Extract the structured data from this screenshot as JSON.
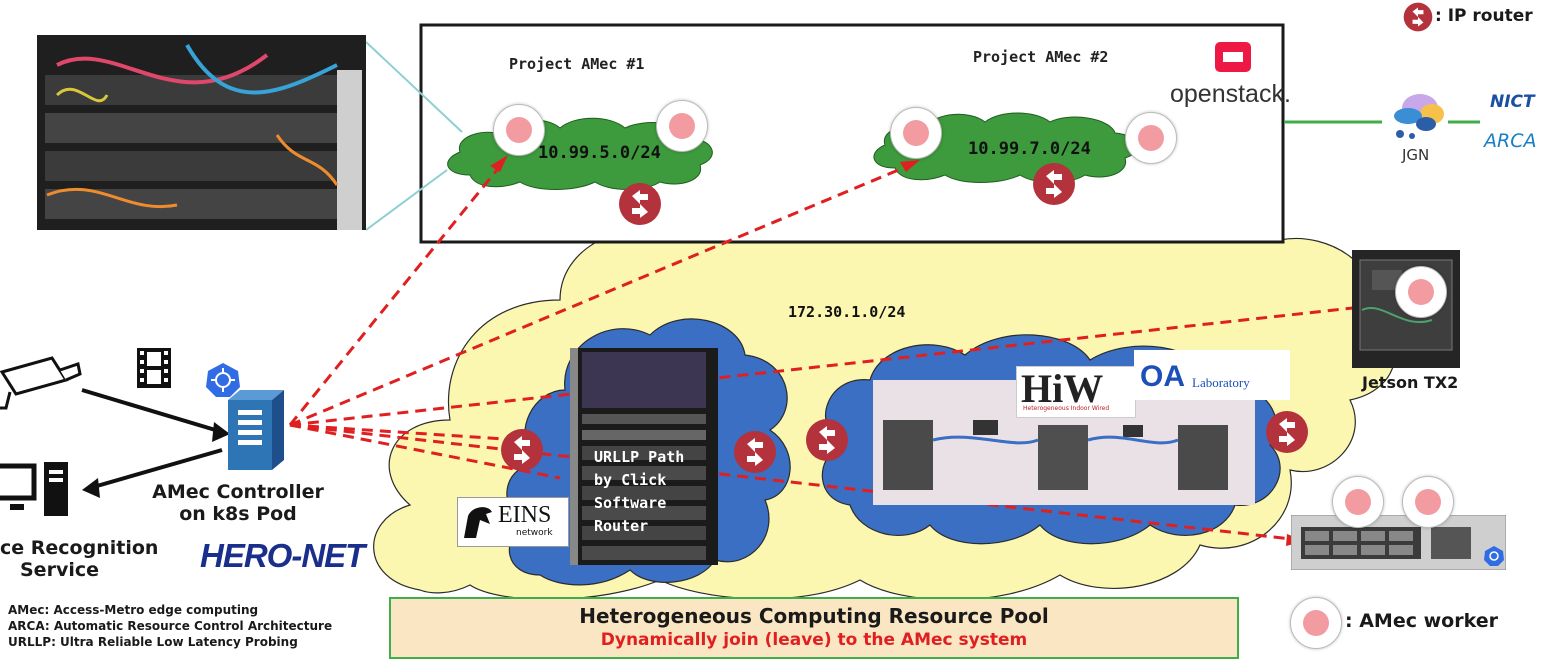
{
  "legend": {
    "ip_router": ": IP router",
    "amec_worker": ": AMec worker"
  },
  "projects": {
    "project1_title": "Project AMec #1",
    "project2_title": "Project AMec #2",
    "subnet1": "10.99.5.0/24",
    "subnet2": "10.99.7.0/24",
    "openstack_logo": "openstack."
  },
  "external": {
    "jgn": "JGN",
    "nict": "NICT",
    "arca": "ARCA"
  },
  "core_network": {
    "subnet": "172.30.1.0/24"
  },
  "devices": {
    "jetson": "Jetson TX2",
    "urllp_label": [
      "URLLP Path",
      "by Click",
      "Software",
      "Router"
    ],
    "hiw_logo": "HiW",
    "hiw_sub": "Heterogeneous Indoor Wired",
    "oa_logo": "OA",
    "oa_sub": "Laboratory",
    "eins_logo": "EINS",
    "eins_sub": "network"
  },
  "controller": {
    "label_line1": "AMec Controller",
    "label_line2": "on k8s Pod",
    "service_line1": "ce Recognition",
    "service_line2": "Service",
    "heronet_logo": "HERO-NET"
  },
  "abbreviations": [
    "AMec: Access-Metro edge computing",
    "ARCA: Automatic Resource Control Architecture",
    "URLLP: Ultra Reliable Low Latency Probing"
  ],
  "pool": {
    "title": "Heterogeneous Computing Resource Pool",
    "subtitle": "Dynamically join (leave) to the AMec system"
  },
  "colors": {
    "yellow_cloud": "#fbf7b0",
    "blue_cloud": "#3a6fc4",
    "green_cloud": "#3d9a3d",
    "dashed_red": "#e02020",
    "router_red": "#b3323c",
    "pool_fill": "#fbe6c3",
    "pool_border": "#3fae49",
    "subtitle_red": "#e02020",
    "openstack_red": "#ed1944"
  }
}
